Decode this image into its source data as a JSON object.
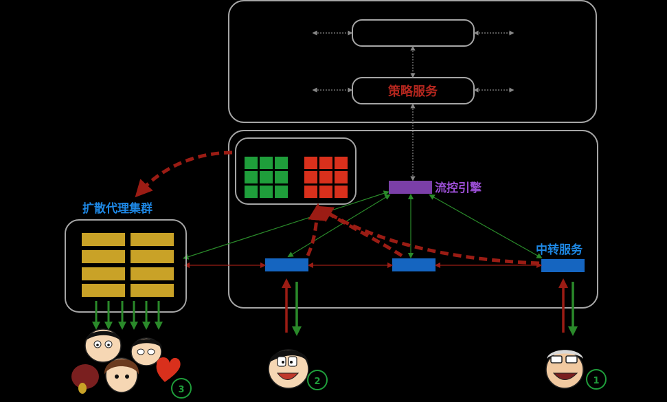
{
  "labels": {
    "strategy_service": "策略服务",
    "flow_engine": "流控引擎",
    "relay_service": "中转服务",
    "proxy_cluster": "扩散代理集群"
  },
  "badges": {
    "user_one": "1",
    "user_two": "2",
    "user_three": "3"
  },
  "colors": {
    "background": "#000000",
    "panel_border": "#a6a6a6",
    "green_grid": "#1f9e3b",
    "red_grid": "#d9301c",
    "gold_bar": "#c9a227",
    "blue_node": "#1565c0",
    "purple_node": "#7b3fa8",
    "dark_red_arrow": "#9b1c14",
    "green_arrow": "#2a8a2a",
    "strategy_text": "#b3261e",
    "blue_text": "#1e88e5",
    "purple_text": "#9c4fd6"
  }
}
